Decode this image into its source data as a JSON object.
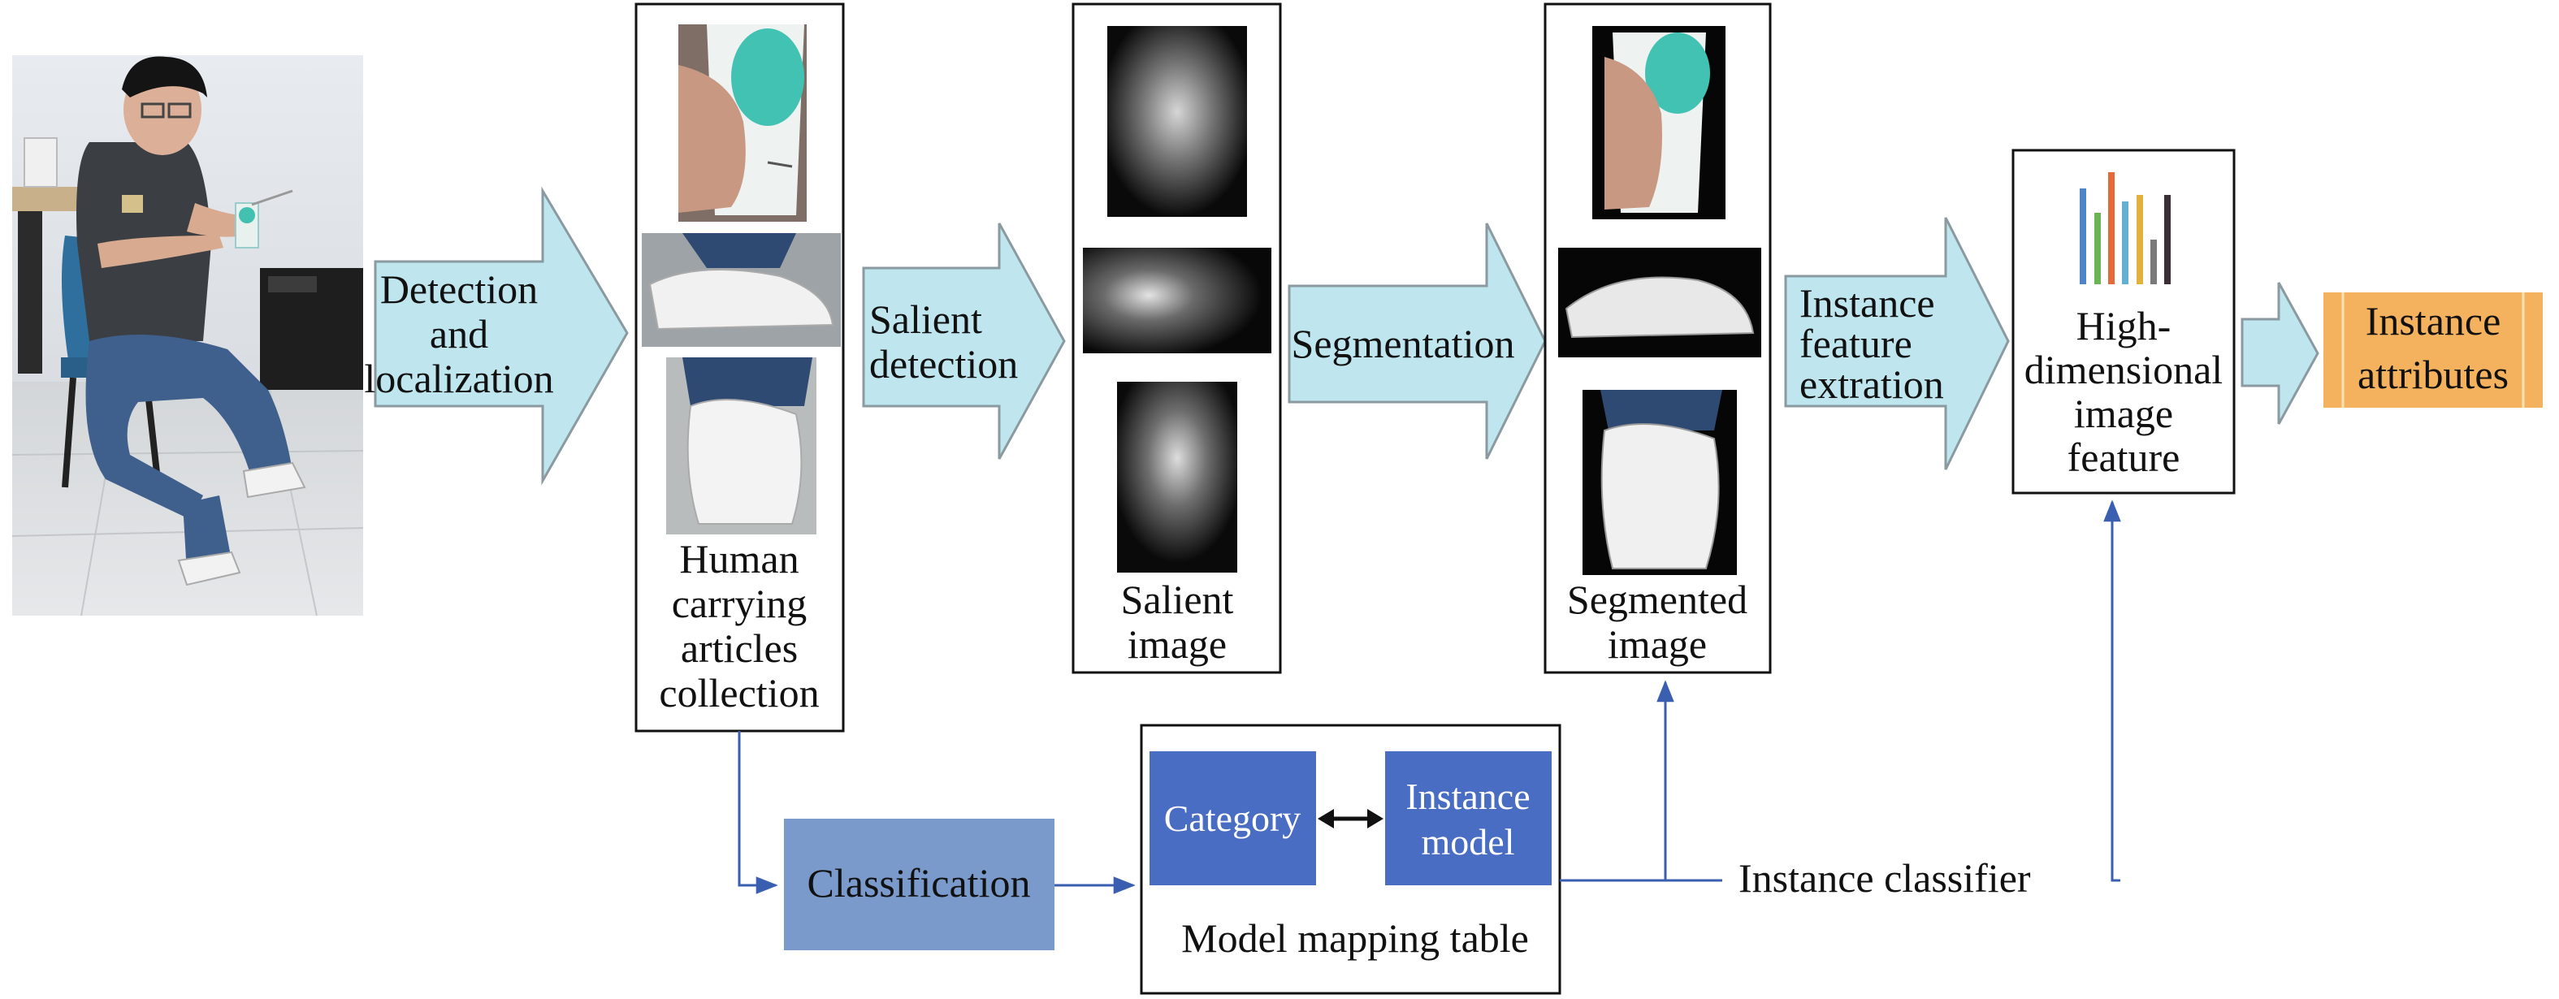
{
  "colors": {
    "arrow_fill": "#bfe6ee",
    "arrow_stroke": "#8a9aa0",
    "attr_fill": "#f5b25e",
    "attr_stroke": "#e8a04a",
    "cat_fill": "#4a6dc4",
    "classif_fill": "#7b9acc",
    "connector": "#3a5fb0",
    "bar_colors": [
      "#4f84c9",
      "#6cb555",
      "#e56a3a",
      "#63b0d3",
      "#e3b23c",
      "#7a7a7a",
      "#3a2f35"
    ]
  },
  "photo": {
    "name": "person-seated-photo"
  },
  "arrows": {
    "detection": [
      "Detection",
      "and",
      "localization"
    ],
    "salient": [
      "Salient",
      "detection"
    ],
    "segmentation": [
      "Segmentation"
    ],
    "feature": [
      "Instance",
      "feature",
      "extration"
    ]
  },
  "boxes": {
    "collection": [
      "Human",
      "carrying",
      "articles",
      "collection"
    ],
    "salient_image": [
      "Salient",
      "image"
    ],
    "segmented_image": [
      "Segmented",
      "image"
    ],
    "feature_box": [
      "High-",
      "dimensional",
      "image",
      "feature"
    ],
    "attributes": [
      "Instance",
      "attributes"
    ]
  },
  "bottom": {
    "classification": "Classification",
    "category": "Category",
    "instance_model": [
      "Instance",
      "model"
    ],
    "mapping_table": "Model mapping table",
    "instance_classifier": "Instance classifier"
  }
}
